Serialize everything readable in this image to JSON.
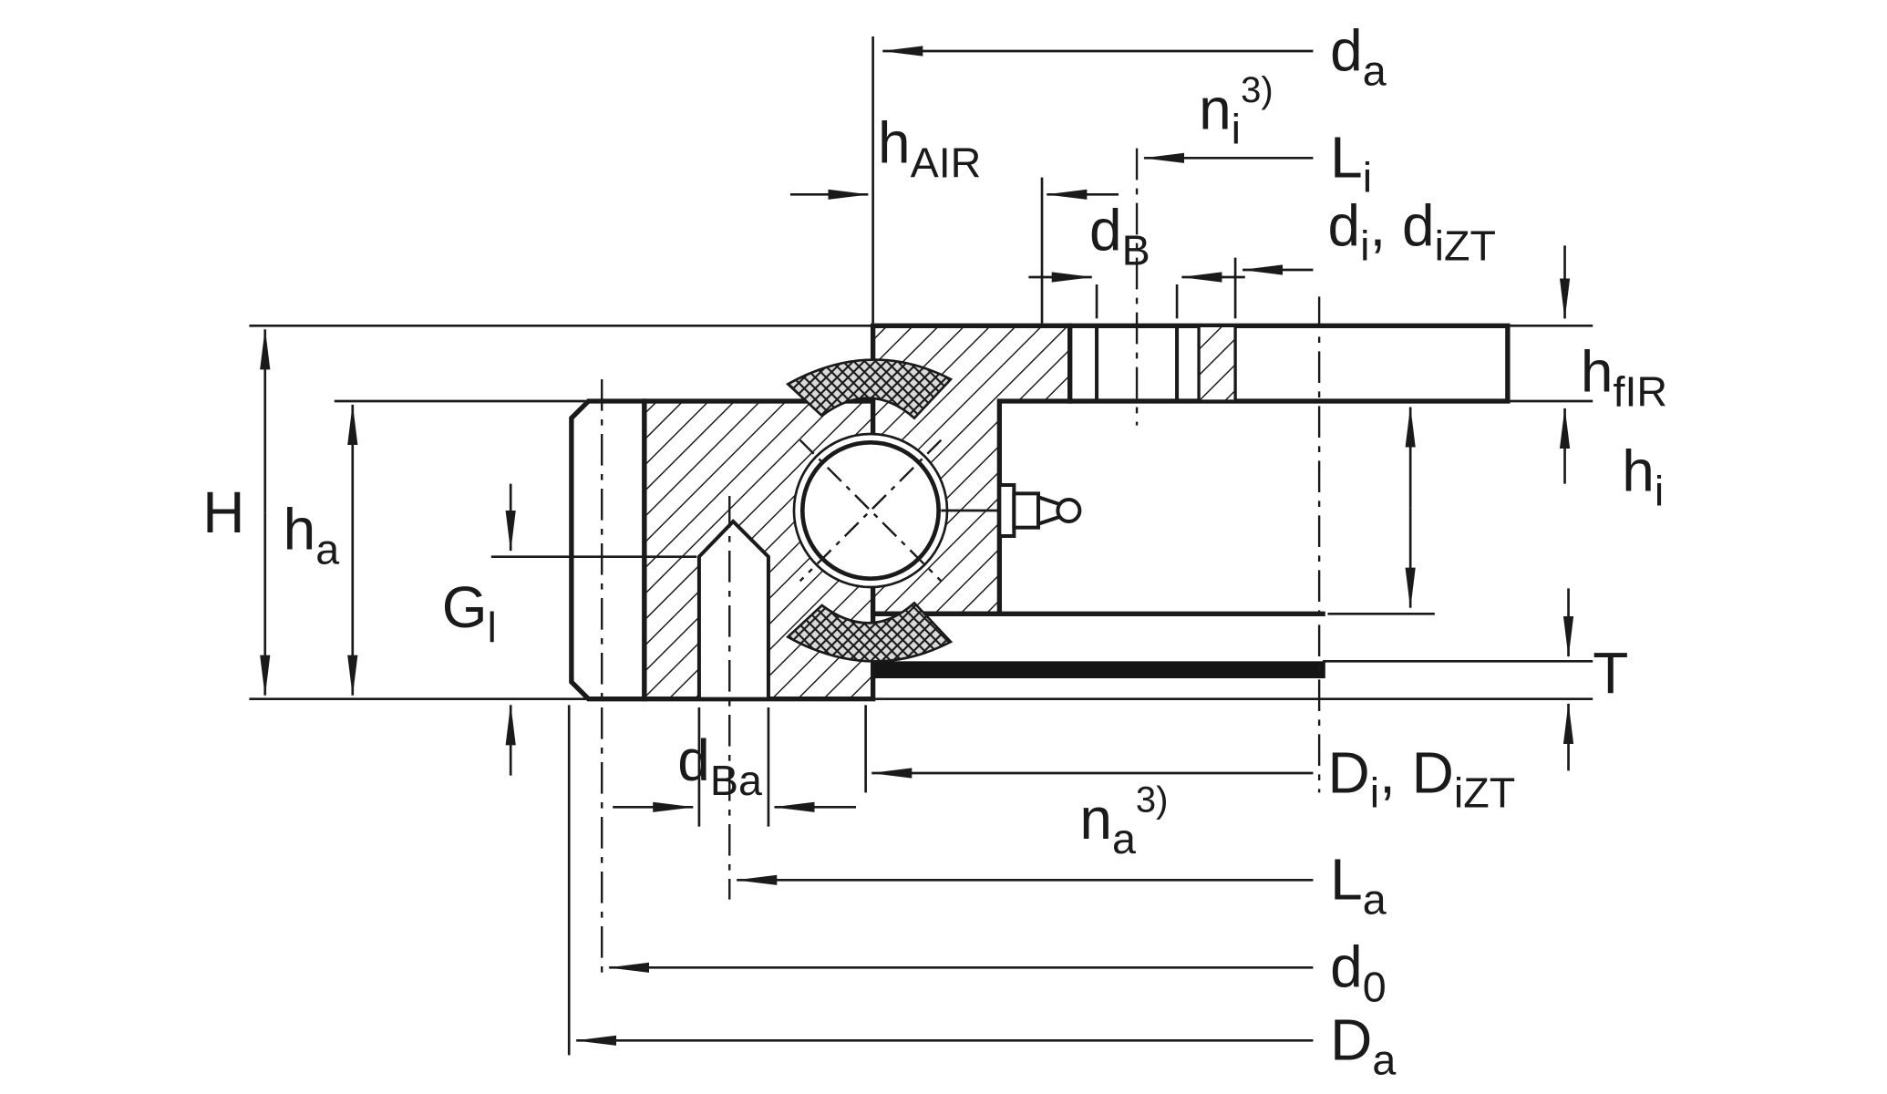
{
  "diagram": {
    "type": "technical-drawing",
    "title": "Ball slewing bearing cross-section with dimension designations",
    "colors": {
      "line": "#1a1a1a",
      "background": "#ffffff",
      "seal": "#222222",
      "support_strip": "#151515"
    },
    "labels": {
      "d_a": {
        "main": "d",
        "sub": "a"
      },
      "h_AIR": {
        "main": "h",
        "sub": "AIR"
      },
      "n_i": {
        "main": "n",
        "sub": "i",
        "sup": "3)"
      },
      "L_i": {
        "main": "L",
        "sub": "i"
      },
      "d_B": {
        "main": "d",
        "sub": "B"
      },
      "d_i_iZT": {
        "main": "d",
        "sub": "i",
        "main2": ", d",
        "sub2": "iZT"
      },
      "h_fIR": {
        "main": "h",
        "sub": "fIR"
      },
      "h_i": {
        "main": "h",
        "sub": "i"
      },
      "T": {
        "main": "T"
      },
      "D_i_iZT": {
        "main": "D",
        "sub": "i",
        "main2": ", D",
        "sub2": "iZT"
      },
      "n_a": {
        "main": "n",
        "sub": "a",
        "sup": "3)"
      },
      "L_a": {
        "main": "L",
        "sub": "a"
      },
      "d_0": {
        "main": "d",
        "sub": "0"
      },
      "D_a": {
        "main": "D",
        "sub": "a"
      },
      "H": {
        "main": "H"
      },
      "h_a": {
        "main": "h",
        "sub": "a"
      },
      "G_l": {
        "main": "G",
        "sub": "l"
      },
      "d_Ba": {
        "main": "d",
        "sub": "Ba"
      }
    }
  }
}
